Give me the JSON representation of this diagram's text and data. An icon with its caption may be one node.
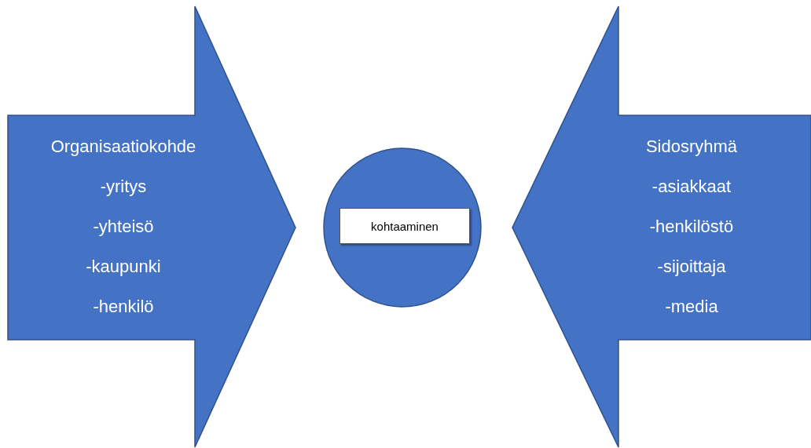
{
  "diagram": {
    "nodes": [
      {
        "text": [
          "Organisaatiokohde",
          "-yritys",
          "-yhteisö",
          "-kaupunki",
          "-henkilö"
        ]
      },
      {
        "text": [],
        "shape": "circle"
      },
      {
        "text": [
          "kohtaaminen"
        ],
        "in": 1
      },
      {
        "text": [
          "Sidosryhmä",
          "-asiakkaat",
          "-henkilöstö",
          "-sijoittaja",
          "-media"
        ]
      }
    ]
  }
}
